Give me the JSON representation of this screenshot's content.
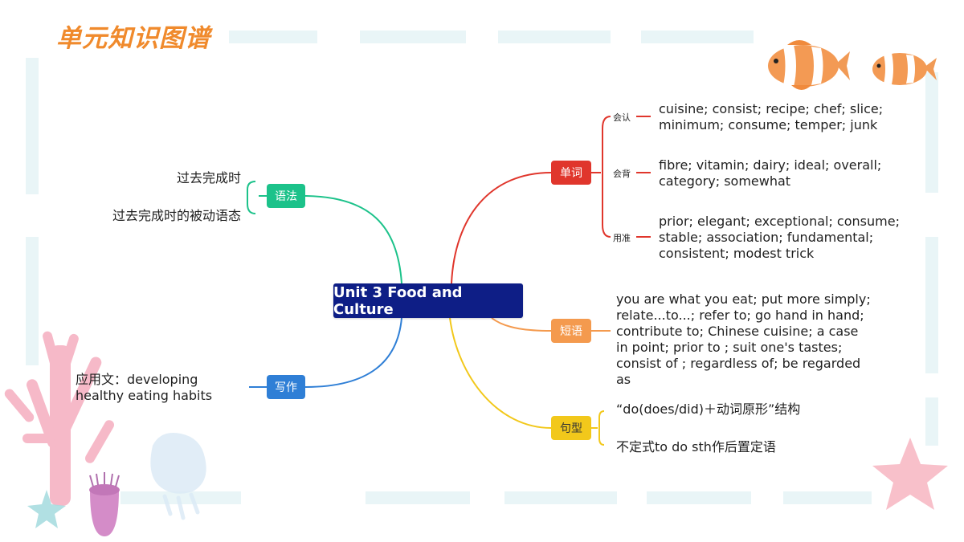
{
  "header": {
    "title": "单元知识图谱"
  },
  "center": {
    "label": "Unit 3 Food and Culture"
  },
  "branches": {
    "grammar": {
      "label": "语法",
      "color": "#1cc28a",
      "items": [
        "过去完成时",
        "过去完成时的被动语态"
      ]
    },
    "writing": {
      "label": "写作",
      "color": "#2f7fd6",
      "items": [
        "应用文：developing healthy eating habits"
      ]
    },
    "vocab": {
      "label": "单词",
      "color": "#e0362c",
      "groups": [
        {
          "label": "会认",
          "text": "cuisine; consist; recipe; chef; slice; minimum; consume; temper; junk"
        },
        {
          "label": "会背",
          "text": "fibre; vitamin; dairy; ideal; overall; category; somewhat"
        },
        {
          "label": "用准",
          "text": "prior; elegant; exceptional; consume; stable; association; fundamental; consistent; modest trick"
        }
      ]
    },
    "phrases": {
      "label": "短语",
      "color": "#f49a4e",
      "text": "you are what you eat; put more simply; relate...to...; refer to; go hand in hand; contribute to; Chinese cuisine; a case in point; prior to ; suit one's tastes; consist of ; regardless of; be regarded as"
    },
    "sentences": {
      "label": "句型",
      "color": "#f2c81b",
      "items": [
        "“do(does/did)＋动词原形”结构",
        "不定式to do sth作后置定语"
      ]
    }
  }
}
